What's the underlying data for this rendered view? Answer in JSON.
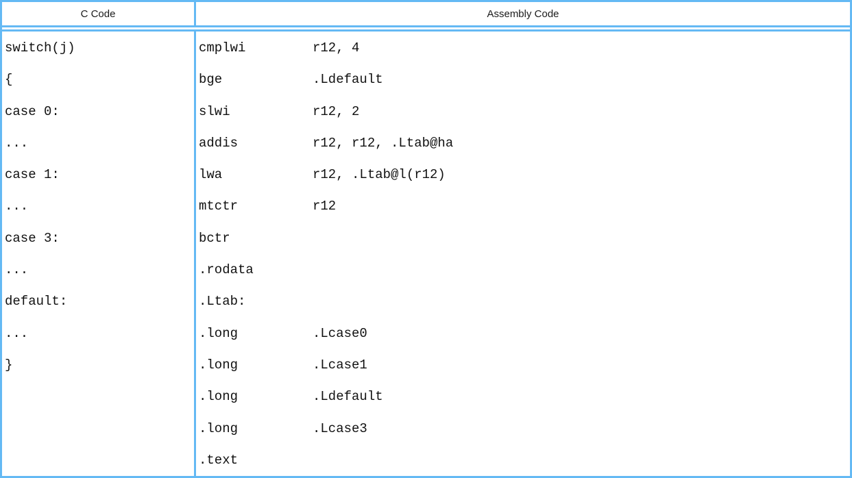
{
  "table": {
    "headers": {
      "c_code": "C Code",
      "assembly": "Assembly Code"
    },
    "c_code_lines": [
      "switch(j)",
      "{",
      "case 0:",
      "...",
      "case 1:",
      "...",
      "case 3:",
      "...",
      "default:",
      "...",
      "}"
    ],
    "assembly_lines": [
      {
        "op": "cmplwi",
        "args": "r12, 4"
      },
      {
        "op": "bge",
        "args": ".Ldefault"
      },
      {
        "op": "slwi",
        "args": "r12, 2"
      },
      {
        "op": "addis",
        "args": "r12, r12, .Ltab@ha"
      },
      {
        "op": "lwa",
        "args": "r12, .Ltab@l(r12)"
      },
      {
        "op": "mtctr",
        "args": "r12"
      },
      {
        "op": "bctr",
        "args": ""
      },
      {
        "op": ".rodata",
        "args": ""
      },
      {
        "op": ".Ltab:",
        "args": ""
      },
      {
        "op": ".long",
        "args": ".Lcase0"
      },
      {
        "op": ".long",
        "args": ".Lcase1"
      },
      {
        "op": ".long",
        "args": ".Ldefault"
      },
      {
        "op": ".long",
        "args": ".Lcase3"
      },
      {
        "op": ".text",
        "args": ""
      }
    ],
    "colors": {
      "border": "#64b9f4",
      "text": "#111111",
      "background": "#ffffff"
    }
  }
}
